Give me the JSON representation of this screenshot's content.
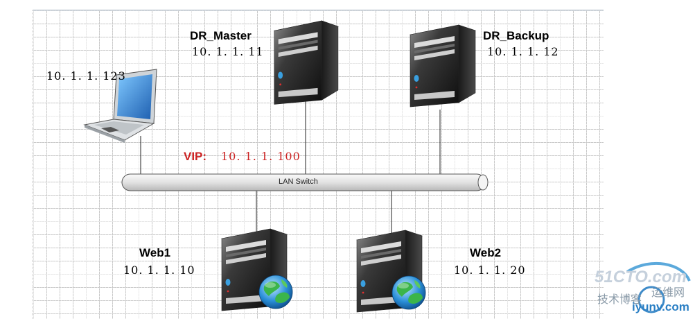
{
  "diagram": {
    "nodes": {
      "dr_master": {
        "name": "DR_Master",
        "ip": "10. 1. 1. 11"
      },
      "dr_backup": {
        "name": "DR_Backup",
        "ip": "10. 1. 1. 12"
      },
      "client": {
        "ip": "10. 1. 1. 123"
      },
      "web1": {
        "name": "Web1",
        "ip": "10. 1. 1. 10"
      },
      "web2": {
        "name": "Web2",
        "ip": "10. 1. 1. 20"
      }
    },
    "vip": {
      "label": "VIP:",
      "ip": "10. 1. 1. 100"
    },
    "switch": {
      "label": "LAN Switch"
    },
    "watermark": {
      "site": "51CTO.com",
      "domain": "iyunv.com",
      "cn1": "技术博客",
      "cn2": "运维网"
    }
  },
  "colors": {
    "vip": "#cc2222",
    "grid": "#c9c9c9",
    "switch_body": "#e8e8e8"
  }
}
